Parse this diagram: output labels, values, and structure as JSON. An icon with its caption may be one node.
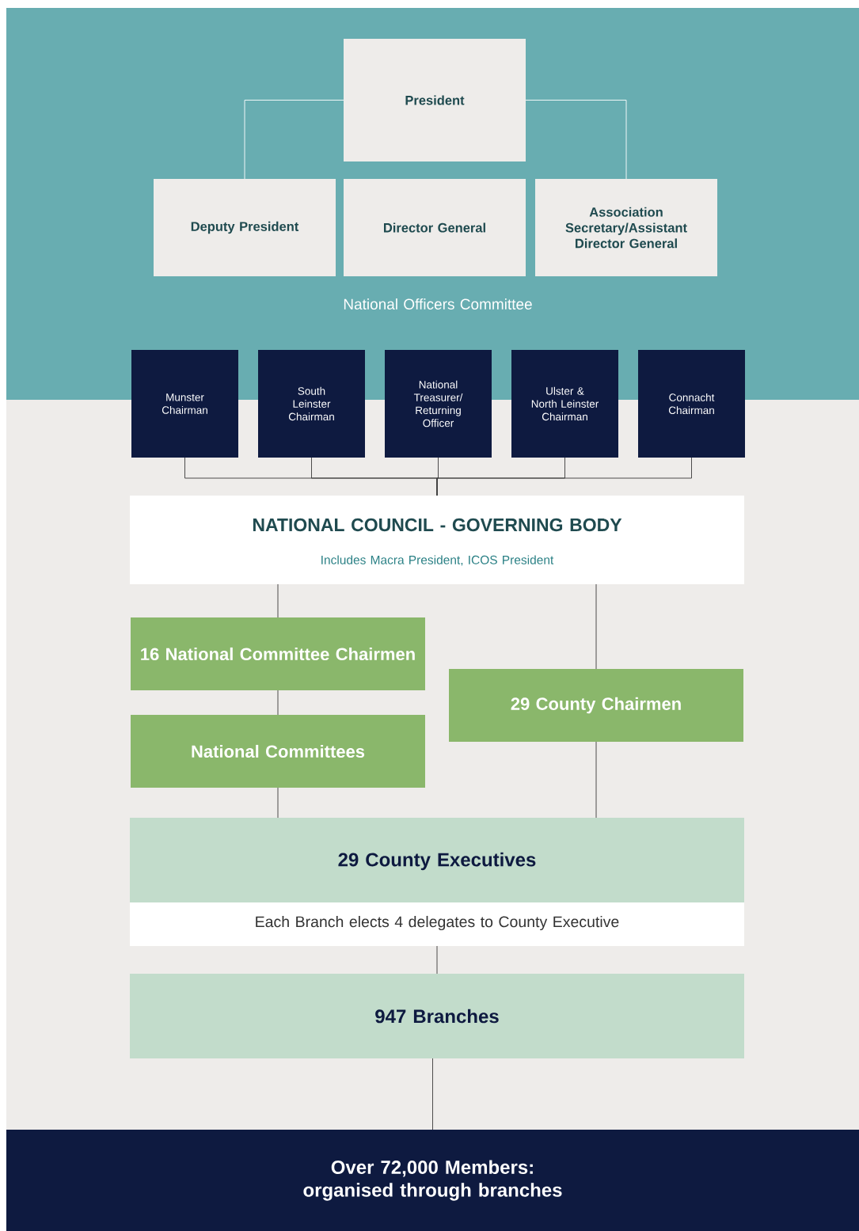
{
  "diagram": {
    "nodes": [
      {
        "text": [
          "National Officers Committee"
        ]
      },
      {
        "text": [
          "President"
        ],
        "in": 0
      },
      {
        "text": [
          "Deputy President"
        ],
        "in": 0
      },
      {
        "text": [
          "Director General"
        ],
        "in": 0
      },
      {
        "text": [
          "Association Secretary/Assistant Director General"
        ],
        "in": 0
      },
      {
        "text": [
          "Munster Chairman"
        ]
      },
      {
        "text": [
          "South Leinster Chairman"
        ]
      },
      {
        "text": [
          "National Treasurer/ Returning Officer"
        ]
      },
      {
        "text": [
          "Ulster & North Leinster Chairman"
        ]
      },
      {
        "text": [
          "Connacht Chairman"
        ]
      },
      {
        "text": [
          "NATIONAL COUNCIL - GOVERNING BODY",
          "Includes Macra President, ICOS President"
        ]
      },
      {
        "text": [
          "16 National Committee Chairmen"
        ]
      },
      {
        "text": [
          "29 County Chairmen"
        ]
      },
      {
        "text": [
          "National Committees"
        ]
      },
      {
        "text": [
          "29 County Executives",
          "Each Branch elects 4 delegates to County Executive"
        ]
      },
      {
        "text": [
          "947 Branches"
        ]
      },
      {
        "text": [
          "Over 72,000 Members: organised through branches"
        ]
      }
    ],
    "edges": [
      {
        "from": 1,
        "to": 2,
        "arrow": "none",
        "color": "#ffffff"
      },
      {
        "from": 1,
        "to": 4,
        "arrow": "none",
        "color": "#ffffff"
      },
      {
        "from": 5,
        "to": 10,
        "arrow": "none"
      },
      {
        "from": 6,
        "to": 10,
        "arrow": "none"
      },
      {
        "from": 7,
        "to": 10,
        "arrow": "none"
      },
      {
        "from": 8,
        "to": 10,
        "arrow": "none"
      },
      {
        "from": 9,
        "to": 10,
        "arrow": "none"
      },
      {
        "from": 10,
        "to": 11,
        "arrow": "none"
      },
      {
        "from": 11,
        "to": 13,
        "arrow": "none"
      },
      {
        "from": 13,
        "to": 14,
        "arrow": "none"
      },
      {
        "from": 10,
        "to": 12,
        "arrow": "none"
      },
      {
        "from": 12,
        "to": 14,
        "arrow": "none"
      },
      {
        "from": 14,
        "to": 15,
        "arrow": "none"
      },
      {
        "from": 15,
        "to": 16,
        "arrow": "none"
      }
    ]
  }
}
